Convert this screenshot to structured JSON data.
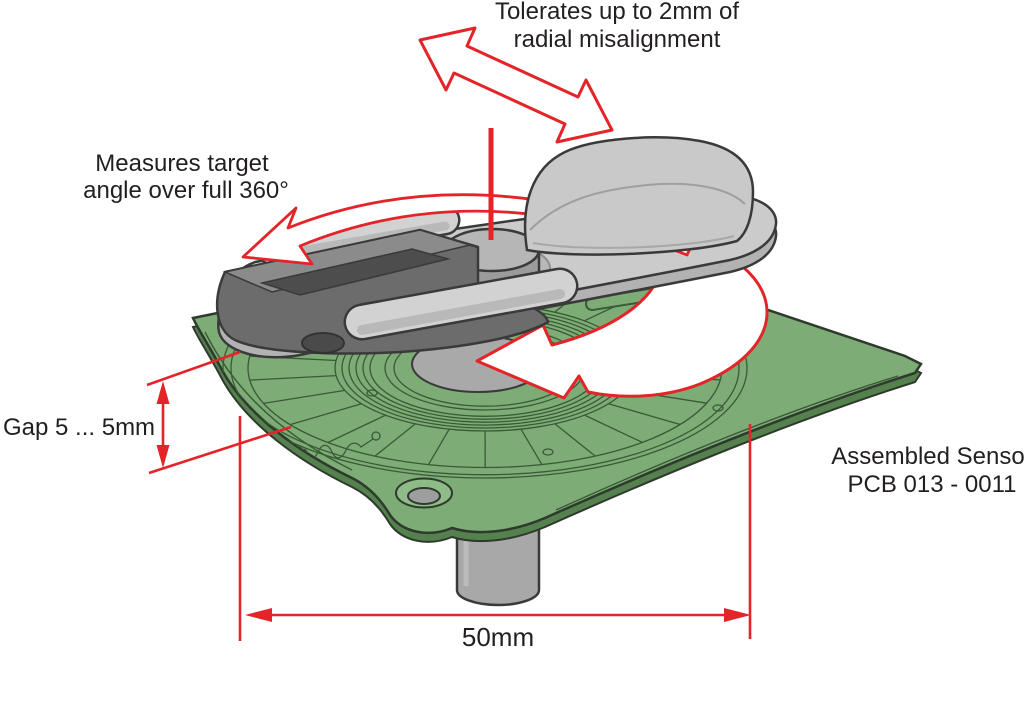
{
  "annotations": {
    "misalignment": {
      "line1": "Tolerates up to 2mm of",
      "line2": "radial misalignment"
    },
    "rotation": {
      "line1": "Measures target",
      "line2": "angle over full 360°"
    },
    "gap_label": "Gap 5 ... 5mm",
    "assembled_sensor": {
      "line1": "Assembled Sensor",
      "line2": "PCB 013 - 0011"
    },
    "width_label": "50mm"
  },
  "colors": {
    "annotation_red": "#e32429",
    "text_dark": "#231f20",
    "pcb_green_top": "#7dac77",
    "pcb_green_side": "#55814f",
    "pcb_trace_green": "#3a5a36",
    "metal_light_gray": "#cbcbcb",
    "metal_mid_gray": "#a8a8a8",
    "connector_dark_gray": "#6c6c6c",
    "outline_gray": "#3a3a3a"
  }
}
